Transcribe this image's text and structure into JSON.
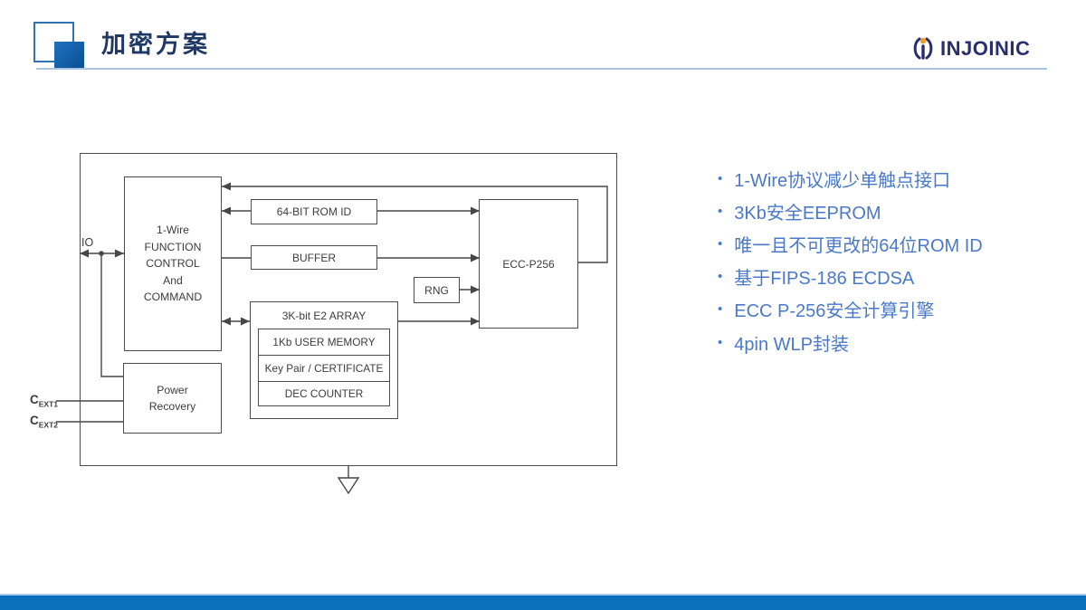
{
  "header": {
    "title": "加密方案",
    "brand": "INJOINIC"
  },
  "diagram": {
    "io_label": "IO",
    "fcc_label": "1-Wire\nFUNCTION\nCONTROL\nAnd\nCOMMAND",
    "rom_id_label": "64-BIT ROM ID",
    "buffer_label": "BUFFER",
    "rng_label": "RNG",
    "e2_title": "3K-bit E2 ARRAY",
    "e2_rows": [
      "1Kb USER MEMORY",
      "Key Pair / CERTIFICATE",
      "DEC COUNTER"
    ],
    "ecc_label": "ECC-P256",
    "power_label": "Power\nRecovery",
    "cext1": {
      "base": "C",
      "sub": "EXT1"
    },
    "cext2": {
      "base": "C",
      "sub": "EXT2"
    }
  },
  "features": {
    "items": [
      "1-Wire协议减少单触点接口",
      "3Kb安全EEPROM",
      "唯一且不可更改的64位ROM ID",
      "基于FIPS-186 ECDSA",
      "ECC P-256安全计算引擎",
      "4pin WLP封装"
    ]
  },
  "colors": {
    "accent_blue": "#4A79C7",
    "title_navy": "#1F3864",
    "brand_navy": "#292F6E",
    "brand_orange": "#F09E2D",
    "footer_blue": "#0A70BD",
    "diagram_line": "#474747"
  }
}
